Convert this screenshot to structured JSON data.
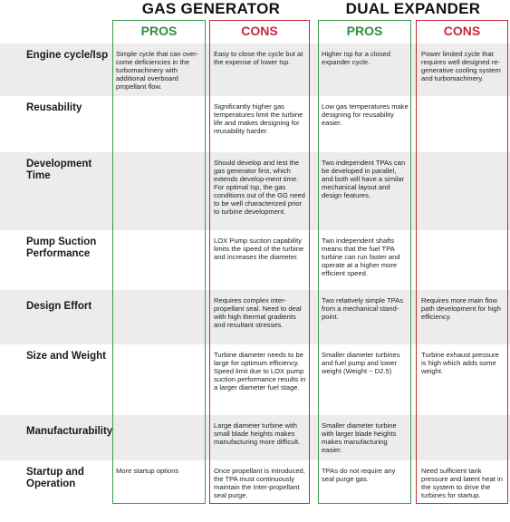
{
  "groups": {
    "gg": "GAS GENERATOR",
    "de": "DUAL EXPANDER"
  },
  "headers": {
    "pros": "PROS",
    "cons": "CONS"
  },
  "rows": [
    {
      "label": "Engine cycle/Isp",
      "gg_pros": "Simple cycle that can over-come deficiencies in the turbomachinery with additional overboard propellant flow.",
      "gg_cons": "Easy to close the cycle but at the expense of lower Isp.",
      "de_pros": "Higher Isp for a closed expander cycle.",
      "de_cons": "Power limited cycle that requires well designed re-generative cooling system and turbomachinery."
    },
    {
      "label": "Reusability",
      "gg_pros": "",
      "gg_cons": "Significantly higher gas temperatures limit the turbine life and makes designing for reusability harder.",
      "de_pros": "Low gas temperatures make designing for reusability easier.",
      "de_cons": ""
    },
    {
      "label": "Development Time",
      "gg_pros": "",
      "gg_cons": "Should develop and test the gas generator first, which extends develop-ment time. For optimal Isp, the gas conditions out of the GG need to be well characterized prior to turbine development.",
      "de_pros": "Two independent TPAs can be developed in parallel, and both will have a similar mechanical layout and design features.",
      "de_cons": ""
    },
    {
      "label": "Pump Suction Performance",
      "gg_pros": "",
      "gg_cons": "LOX Pump suction capability limits the speed of the turbine and increases the diameter.",
      "de_pros": "Two independent shafts means that the fuel TPA turbine can run faster and operate at a higher more efficient speed.",
      "de_cons": ""
    },
    {
      "label": "Design Effort",
      "gg_pros": "",
      "gg_cons": "Requires complex inter-propellant seal. Need to deal with high thermal gradients and resultant stresses.",
      "de_pros": "Two relatively simple TPAs from a mechanical stand-point.",
      "de_cons": "Requires more main flow path development for high efficiency."
    },
    {
      "label": "Size and Weight",
      "gg_pros": "",
      "gg_cons": "Turbine diameter needs to be large for optimum efficiency. Speed limit due to LOX pump suction performance results in a larger diameter fuel stage.",
      "de_pros": "Smaller diameter turbines and fuel pump and lower weight (Weight ~ D2.5)",
      "de_cons": "Turbine exhaust pressure is high which adds some weight."
    },
    {
      "label": "Manufacturability",
      "gg_pros": "",
      "gg_cons": "Large diameter turbine with small blade heights makes manufacturing more difficult.",
      "de_pros": "Smaller diameter turbine with larger blade heights makes manufacturing easier.",
      "de_cons": ""
    },
    {
      "label": "Startup and Operation",
      "gg_pros": "More startup options",
      "gg_cons": "Once propellant is introduced, the TPA must continuously maintain the Inter-propellant seal purge.",
      "de_pros": "TPAs do not require any seal purge gas.",
      "de_cons": "Need sufficient tank pressure and latent heat in the system to drive the turbines for startup."
    }
  ]
}
